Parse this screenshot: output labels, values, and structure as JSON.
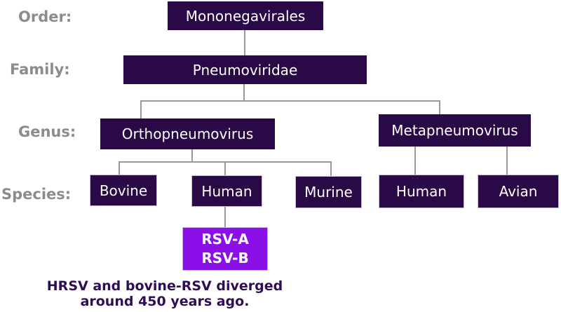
{
  "diagram": {
    "row_labels": {
      "order": "Order:",
      "family": "Family:",
      "genus": "Genus:",
      "species": "Species:"
    },
    "nodes": {
      "order": "Mononegavirales",
      "family": "Pneumoviridae",
      "genus_left": "Orthopneumovirus",
      "genus_right": "Metapneumovirus",
      "species_bovine": "Bovine",
      "species_human_left": "Human",
      "species_murine": "Murine",
      "species_human_right": "Human",
      "species_avian": "Avian"
    },
    "subtypes": {
      "line1": "RSV-A",
      "line2": "RSV-B"
    },
    "caption": {
      "line1": "HRSV and bovine-RSV diverged",
      "line2": "around 450 years ago."
    },
    "colors": {
      "node_fill": "#2a0a46",
      "highlight_fill": "#8b10e8",
      "label_gray": "#8c8c8c",
      "caption_color": "#2e0d56",
      "line_color": "#999999"
    }
  }
}
